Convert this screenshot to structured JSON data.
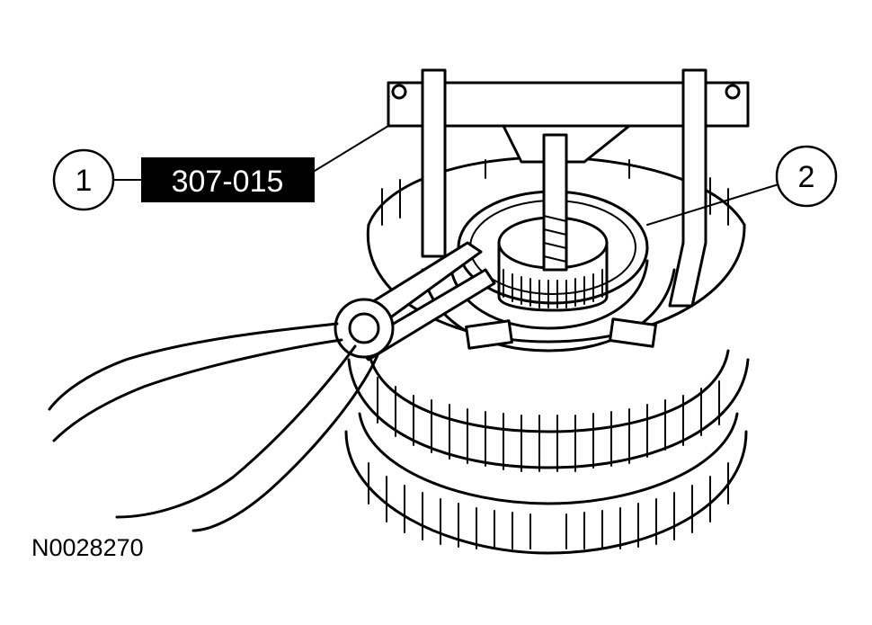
{
  "callouts": [
    {
      "number": "1",
      "tool_number": "307-015"
    },
    {
      "number": "2"
    }
  ],
  "figure_id": "N0028270"
}
